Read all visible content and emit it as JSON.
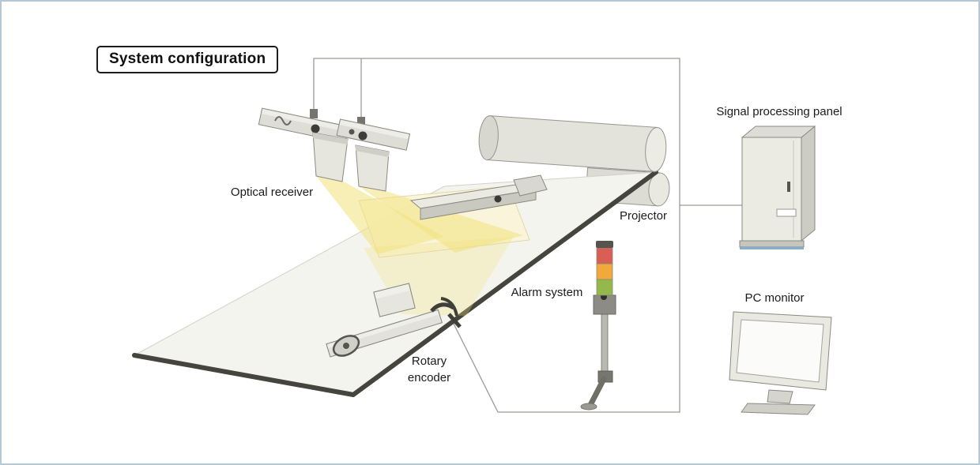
{
  "title": "System configuration",
  "labels": {
    "optical_receiver": "Optical receiver",
    "projector": "Projector",
    "signal_processing_panel": "Signal processing panel",
    "pc_monitor": "PC monitor",
    "alarm_system": "Alarm system",
    "rotary_encoder": "Rotary\nencoder"
  },
  "colors": {
    "line_gray": "#9a9a94",
    "beam_yellow": "#f3e27c",
    "lit_panel": "#faf5d8",
    "alarm_red": "#d95f55",
    "alarm_orange": "#f2a93b",
    "alarm_green": "#93b94c",
    "panel_base_blue": "#85aed0",
    "sheet_fill": "#f4f4ef",
    "sheet_edge_dark": "#45453e"
  }
}
